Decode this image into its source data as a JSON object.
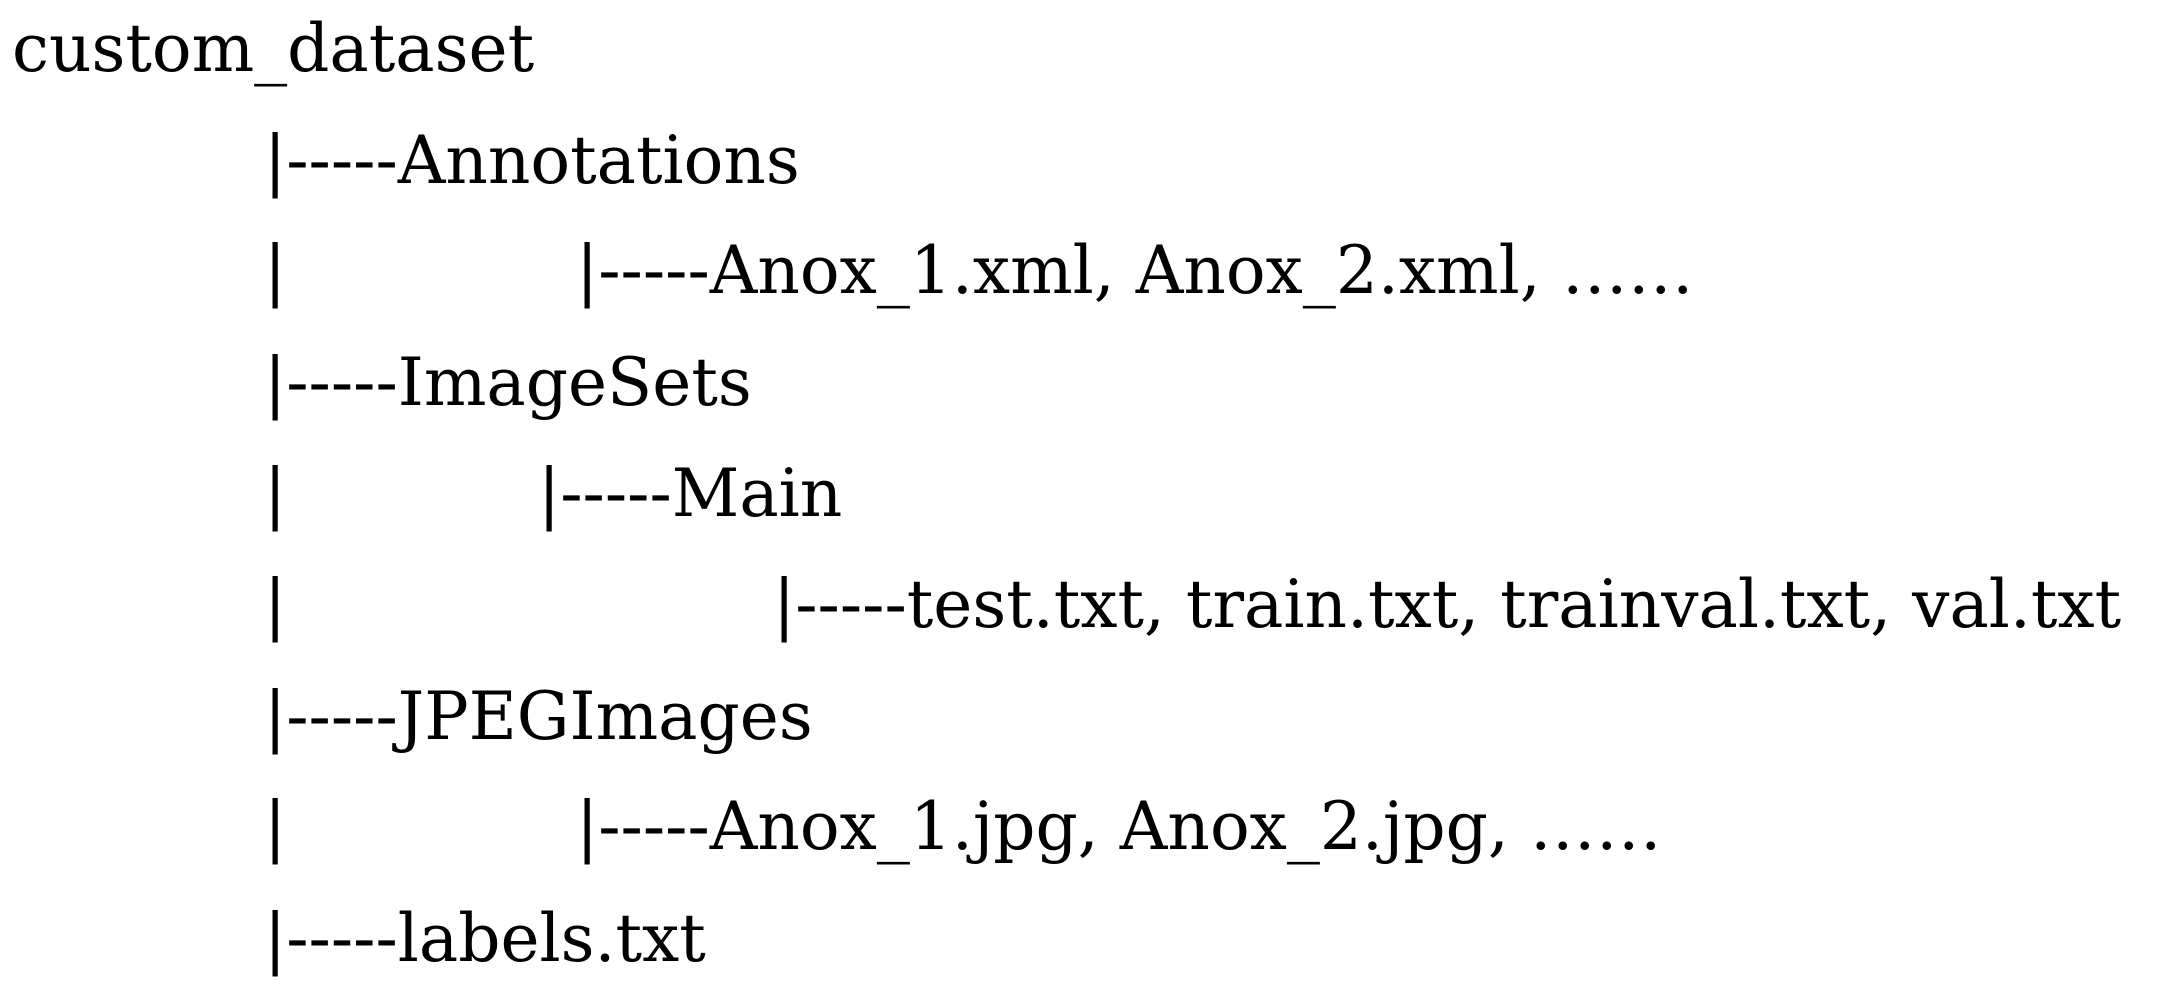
{
  "tree": {
    "root": "custom_dataset",
    "connector": "|-----",
    "pipe": "|",
    "annotations": {
      "folder": "Annotations",
      "files": "Anox_1.xml, Anox_2.xml, ……"
    },
    "imagesets": {
      "folder": "ImageSets",
      "main_folder": "Main",
      "main_files": "test.txt, train.txt, trainval.txt, val.txt"
    },
    "jpegimages": {
      "folder": "JPEGImages",
      "files": "Anox_1.jpg, Anox_2.jpg, ……"
    },
    "labels_file": "labels.txt"
  }
}
